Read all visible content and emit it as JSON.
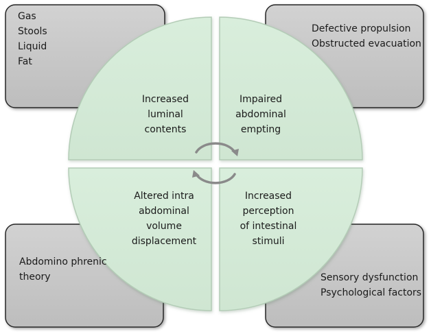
{
  "colors": {
    "box_fill": "#c8c8c8",
    "box_stroke": "#262626",
    "quadrant_fill": "#d3ead6",
    "quadrant_stroke": "#b7cfba",
    "arrow_stroke": "#8a8a8a"
  },
  "corners": {
    "top_left": {
      "lines": [
        "Gas",
        "Stools",
        "Liquid",
        "Fat"
      ]
    },
    "top_right": {
      "lines": [
        "Defective propulsion",
        "Obstructed evacuation"
      ]
    },
    "bottom_left": {
      "lines": [
        "Abdomino phrenic",
        "theory"
      ]
    },
    "bottom_right": {
      "lines": [
        "Sensory dysfunction",
        "Psychological factors"
      ]
    }
  },
  "quadrants": {
    "top_left": {
      "lines": [
        "Increased",
        "luminal",
        "contents"
      ]
    },
    "top_right": {
      "lines": [
        "Impaired",
        "abdominal",
        "empting"
      ]
    },
    "bottom_left": {
      "lines": [
        "Altered intra",
        "abdominal",
        "volume",
        "displacement"
      ]
    },
    "bottom_right": {
      "lines": [
        "Increased",
        "perception",
        "of intestinal",
        "stimuli"
      ]
    }
  },
  "center": {
    "icon": "cycle-arrows-icon"
  }
}
